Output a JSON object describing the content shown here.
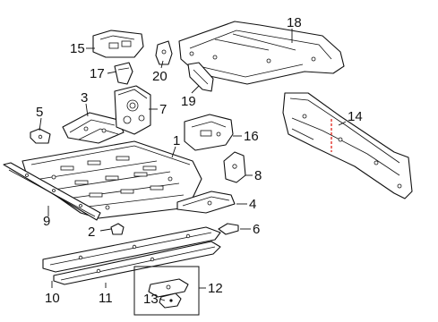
{
  "callouts": {
    "c1": "1",
    "c2": "2",
    "c3": "3",
    "c4": "4",
    "c5": "5",
    "c6": "6",
    "c7": "7",
    "c8": "8",
    "c9": "9",
    "c10": "10",
    "c11": "11",
    "c12": "12",
    "c13": "13",
    "c14": "14",
    "c15": "15",
    "c16": "16",
    "c17": "17",
    "c18": "18",
    "c19": "19",
    "c20": "20"
  },
  "colors": {
    "line": "#111111",
    "section_marker": "#e2231a",
    "background": "#ffffff"
  }
}
